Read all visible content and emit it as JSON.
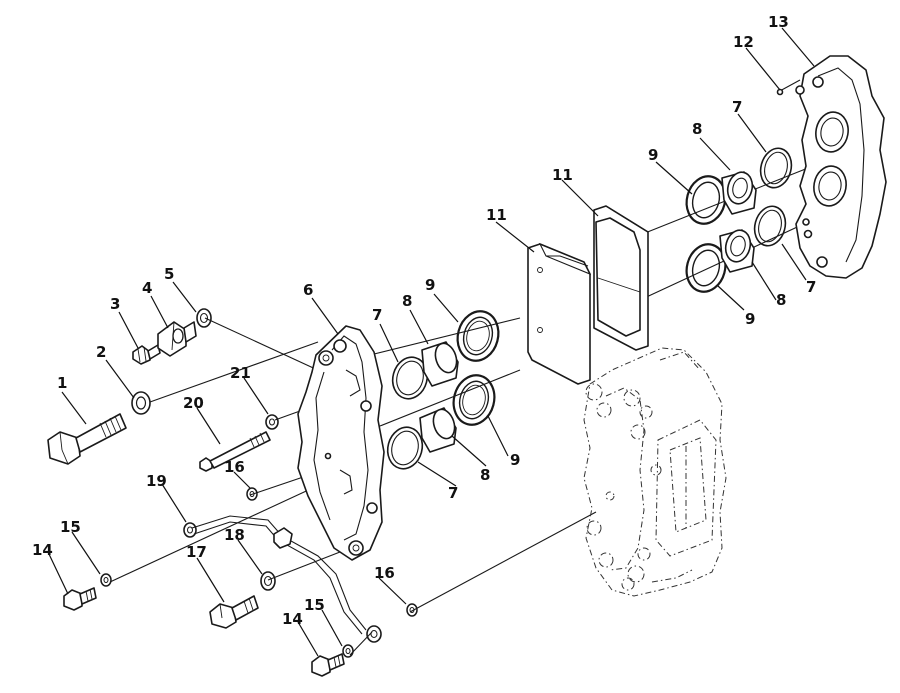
{
  "callouts": [
    {
      "id": "c1",
      "label": "1"
    },
    {
      "id": "c2",
      "label": "2"
    },
    {
      "id": "c3",
      "label": "3"
    },
    {
      "id": "c4",
      "label": "4"
    },
    {
      "id": "c5",
      "label": "5"
    },
    {
      "id": "c6",
      "label": "6"
    },
    {
      "id": "c7a",
      "label": "7"
    },
    {
      "id": "c7b",
      "label": "7"
    },
    {
      "id": "c7c",
      "label": "7"
    },
    {
      "id": "c7d",
      "label": "7"
    },
    {
      "id": "c8a",
      "label": "8"
    },
    {
      "id": "c8b",
      "label": "8"
    },
    {
      "id": "c8c",
      "label": "8"
    },
    {
      "id": "c8d",
      "label": "8"
    },
    {
      "id": "c9a",
      "label": "9"
    },
    {
      "id": "c9b",
      "label": "9"
    },
    {
      "id": "c9c",
      "label": "9"
    },
    {
      "id": "c9d",
      "label": "9"
    },
    {
      "id": "c11a",
      "label": "11"
    },
    {
      "id": "c11b",
      "label": "11"
    },
    {
      "id": "c12",
      "label": "12"
    },
    {
      "id": "c13",
      "label": "13"
    },
    {
      "id": "c14a",
      "label": "14"
    },
    {
      "id": "c14b",
      "label": "14"
    },
    {
      "id": "c15a",
      "label": "15"
    },
    {
      "id": "c15b",
      "label": "15"
    },
    {
      "id": "c16a",
      "label": "16"
    },
    {
      "id": "c16b",
      "label": "16"
    },
    {
      "id": "c17",
      "label": "17"
    },
    {
      "id": "c18",
      "label": "18"
    },
    {
      "id": "c19",
      "label": "19"
    },
    {
      "id": "c20",
      "label": "20"
    },
    {
      "id": "c21",
      "label": "21"
    }
  ]
}
